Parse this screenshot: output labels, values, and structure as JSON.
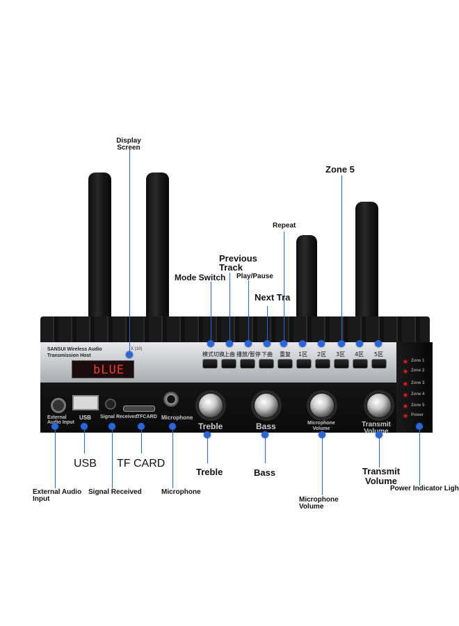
{
  "device": {
    "brand_text": "SANSUI Wireless Audio",
    "brand_text_2": "Transmission Host",
    "display_text": "bLUE",
    "display_marker": "X (10)",
    "button_labels_cn": [
      "模式切换",
      "上曲",
      "播放/暂停",
      "下曲",
      "重复",
      "1区",
      "2区",
      "3区",
      "4区",
      "5区"
    ],
    "port_labels": {
      "external_audio": "External Audio Input",
      "usb": "USB",
      "signal": "Signal Received",
      "tf": "TFCARD",
      "mic": "Microphone"
    },
    "knob_labels": [
      "Treble",
      "Bass",
      "Microphone Volume",
      "Transmit Volume"
    ],
    "zone_leds": [
      "Zone 1",
      "Zone 2",
      "Zone 3",
      "Zone 4",
      "Zone 5",
      "Power"
    ]
  },
  "callouts": {
    "display_screen": "Display Screen",
    "zone5": "Zone 5",
    "repeat": "Repeat",
    "previous_track": "Previous Track",
    "mode_switch": "Mode Switch",
    "play_pause": "Play/Pause",
    "next_track": "Next Tra",
    "usb": "USB",
    "tf_card": "TF CARD",
    "treble": "Treble",
    "bass": "Bass",
    "transmit_volume": "Transmit Volume",
    "external_audio_input": "External Audio Input",
    "signal_received": "Signal Received",
    "microphone": "Microphone",
    "microphone_volume": "Microphone Volume",
    "power_indicator": "Power Indicator Ligh"
  },
  "colors": {
    "callout_blue": "#2a66d8",
    "display_red": "#ff3a2a",
    "led_red": "#d21a1a"
  }
}
